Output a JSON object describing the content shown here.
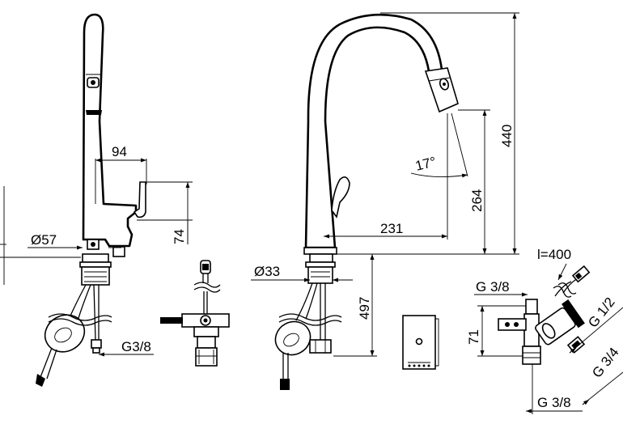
{
  "dimensions": {
    "d94": "94",
    "d74": "74",
    "d57": "Ø57",
    "g38_left": "G3/8",
    "d440": "440",
    "d17": "17°",
    "d264": "264",
    "d231": "231",
    "d33": "Ø33",
    "d497": "497",
    "l400": "l=400",
    "g38_top": "G 3/8",
    "d71": "71",
    "g12": "G 1/2",
    "g34": "G 3/4",
    "g38_bottom": "G 3/8"
  },
  "colors": {
    "line": "#000000",
    "background": "#ffffff"
  }
}
